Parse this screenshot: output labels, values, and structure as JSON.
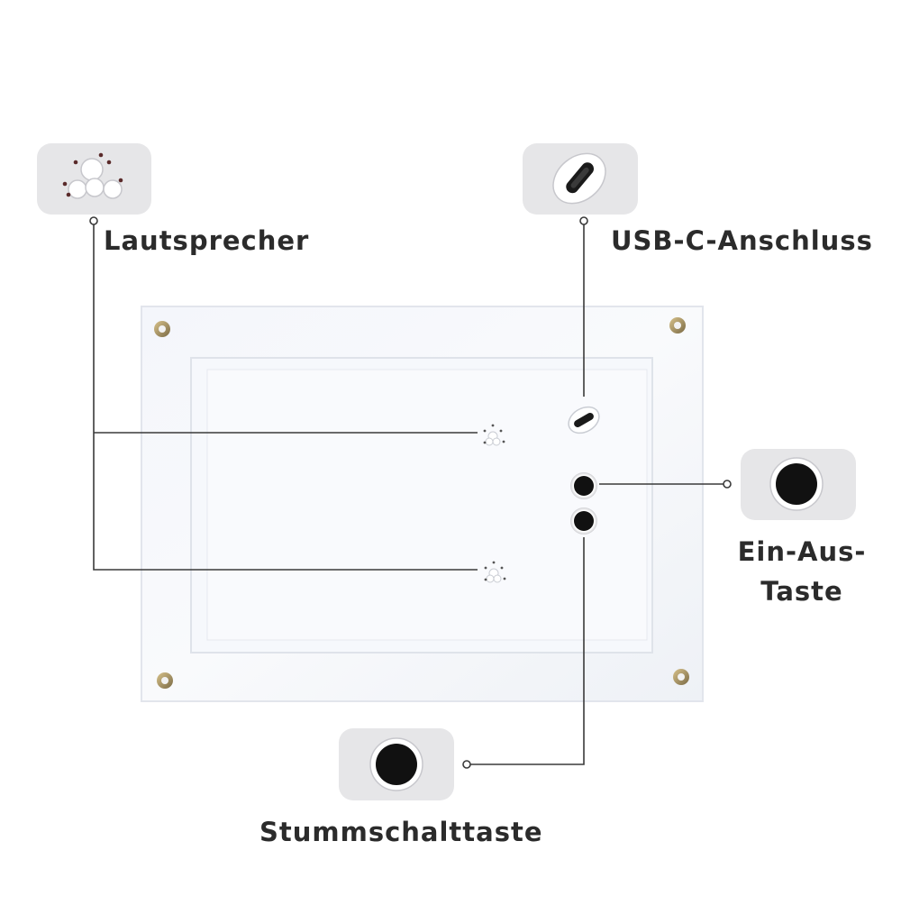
{
  "callouts": {
    "speaker": {
      "label": "Lautsprecher",
      "icon": "speaker-grille-icon"
    },
    "usb": {
      "label": "USB-C-Anschluss",
      "icon": "usb-c-port-icon"
    },
    "power": {
      "label": "Ein-Aus-Taste",
      "icon": "power-button-icon"
    },
    "mute": {
      "label": "Stummschalttaste",
      "icon": "mute-button-icon"
    }
  },
  "colors": {
    "label_text": "#2b2b2b",
    "leader_line": "#3a3a3a",
    "inset_background": "#e6e6e8",
    "frame_panel": "#f7f8fb",
    "button_black": "#111111"
  }
}
